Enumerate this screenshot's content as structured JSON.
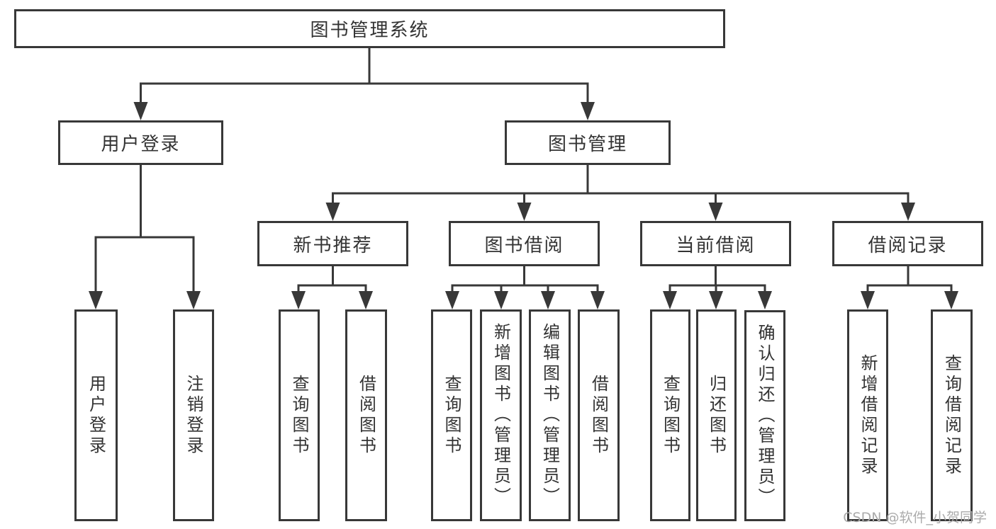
{
  "diagram_title": "图书管理系统",
  "nodes": {
    "root": {
      "label": "图书管理系统"
    },
    "login": {
      "label": "用户登录"
    },
    "mgmt": {
      "label": "图书管理"
    },
    "rec": {
      "label": "新书推荐"
    },
    "borrow": {
      "label": "图书借阅"
    },
    "current": {
      "label": "当前借阅"
    },
    "records": {
      "label": "借阅记录"
    },
    "user_login": {
      "label": "用户登录"
    },
    "logout": {
      "label": "注销登录"
    },
    "rec_query": {
      "label": "查询图书"
    },
    "rec_borrow": {
      "label": "借阅图书"
    },
    "b_query": {
      "label": "查询图书"
    },
    "b_add": {
      "label": "新增图书（管理员）"
    },
    "b_edit": {
      "label": "编辑图书（管理员）"
    },
    "b_borrow": {
      "label": "借阅图书"
    },
    "c_query": {
      "label": "查询图书"
    },
    "c_return": {
      "label": "归还图书"
    },
    "c_confirm": {
      "label": "确认归还（管理员）"
    },
    "r_add": {
      "label": "新增借阅记录"
    },
    "r_query": {
      "label": "查询借阅记录"
    }
  },
  "edges": [
    {
      "from": "root",
      "to": [
        "login",
        "mgmt"
      ]
    },
    {
      "from": "login",
      "to": [
        "user_login",
        "logout"
      ]
    },
    {
      "from": "mgmt",
      "to": [
        "rec",
        "borrow",
        "current",
        "records"
      ]
    },
    {
      "from": "rec",
      "to": [
        "rec_query",
        "rec_borrow"
      ]
    },
    {
      "from": "borrow",
      "to": [
        "b_query",
        "b_add",
        "b_edit",
        "b_borrow"
      ]
    },
    {
      "from": "current",
      "to": [
        "c_query",
        "c_return",
        "c_confirm"
      ]
    },
    {
      "from": "records",
      "to": [
        "r_add",
        "r_query"
      ]
    }
  ],
  "watermark": {
    "text": "CSDN @软件_小贺同学"
  },
  "colors": {
    "line": "#383838",
    "text": "#333333",
    "background": "#ffffff",
    "watermark": "#ababab"
  }
}
